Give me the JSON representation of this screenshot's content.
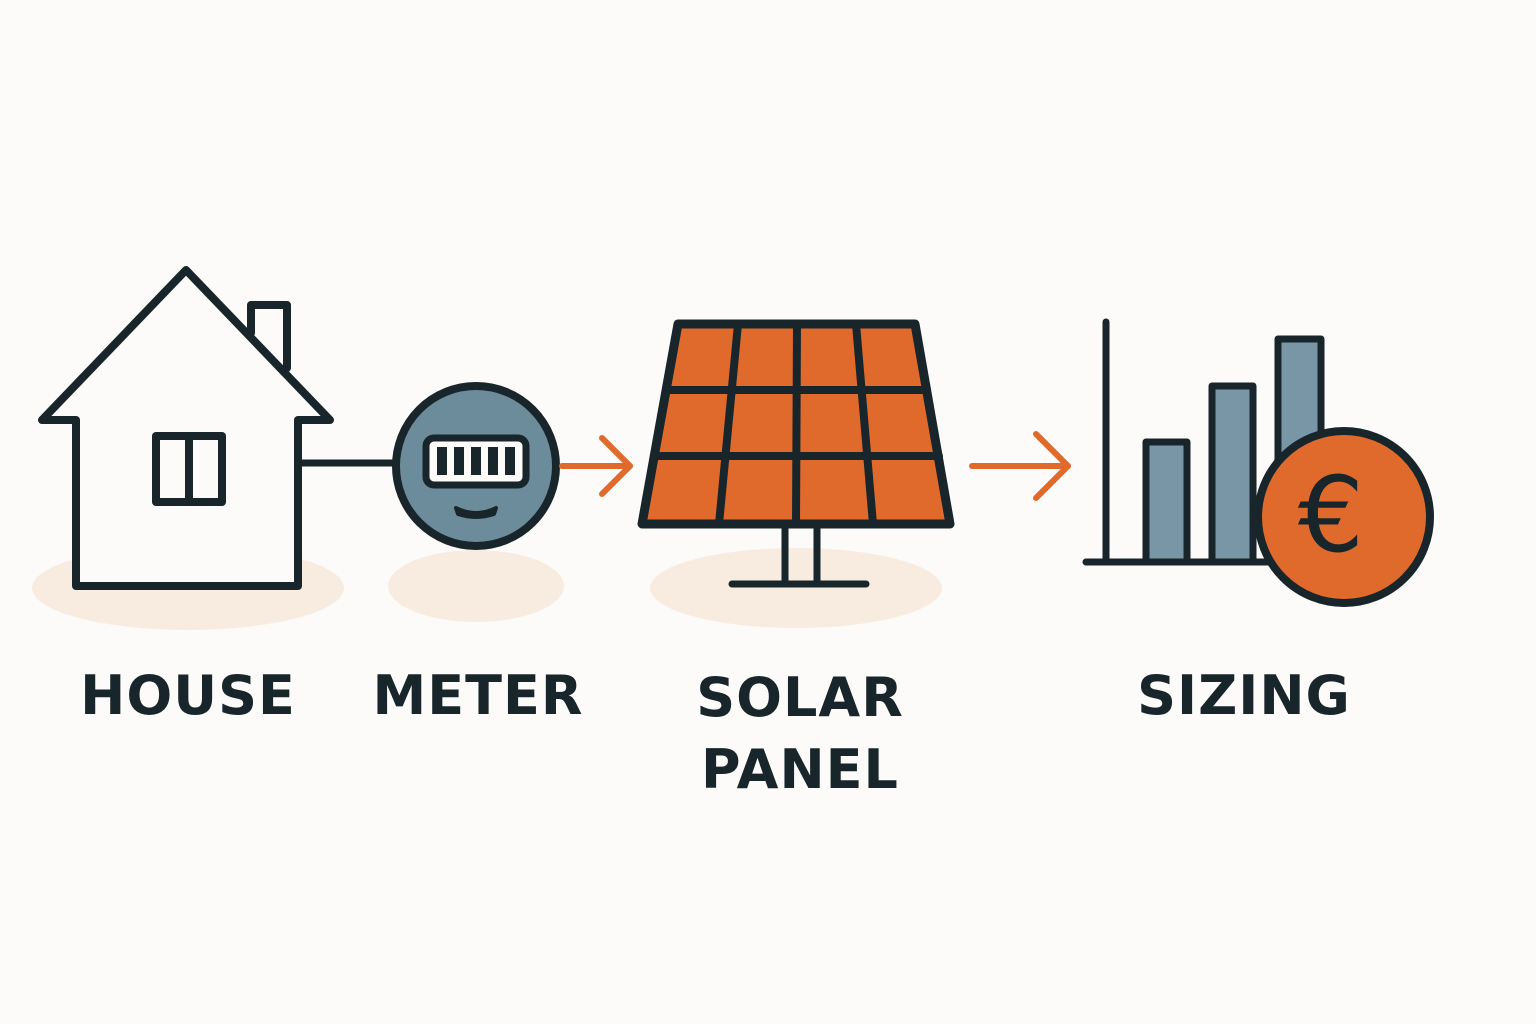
{
  "steps": [
    {
      "id": "house",
      "label": "HOUSE",
      "icon": "house-icon"
    },
    {
      "id": "meter",
      "label": "METER",
      "icon": "meter-icon"
    },
    {
      "id": "solar",
      "label": "SOLAR\nPANEL",
      "icon": "solar-panel-icon"
    },
    {
      "id": "sizing",
      "label": "SIZING",
      "icon": "bar-chart-euro-icon"
    }
  ],
  "currency_symbol": "€",
  "colors": {
    "background": "#fcfbf9",
    "outline": "#18252a",
    "accent_orange": "#e06a2c",
    "meter_blue_gray": "#6d8c9b",
    "bar_blue_gray": "#7896a6",
    "shadow": "#f8ece0"
  }
}
